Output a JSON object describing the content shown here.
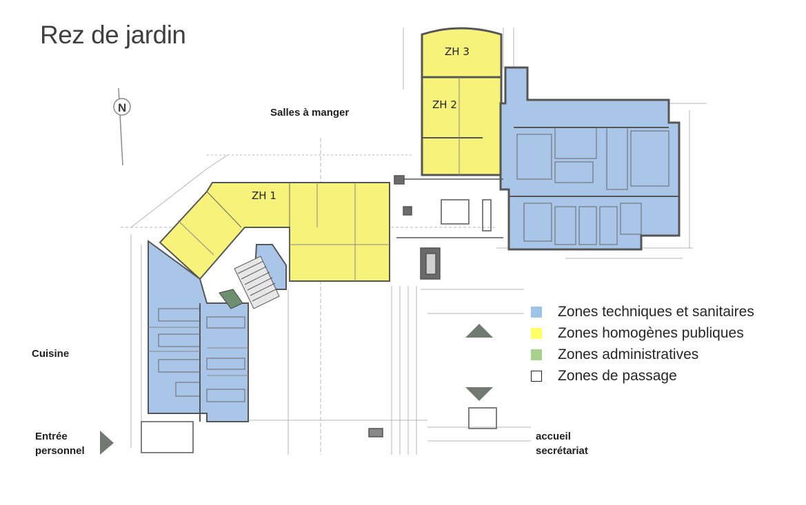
{
  "title": "Rez de jardin",
  "labels": {
    "dining": "Salles à manger",
    "kitchen": "Cuisine",
    "staff_entrance_line1": "Entrée",
    "staff_entrance_line2": "personnel",
    "reception_line1": "accueil",
    "reception_line2": "secrétariat",
    "north": "N"
  },
  "zones": [
    {
      "id": "zh1",
      "label": "ZH 1"
    },
    {
      "id": "zh2",
      "label": "ZH 2"
    },
    {
      "id": "zh3",
      "label": "ZH 3"
    }
  ],
  "legend": [
    {
      "label": "Zones techniques et sanitaires",
      "color": "#9dc3e6"
    },
    {
      "label": "Zones homogènes publiques",
      "color": "#ffff66"
    },
    {
      "label": "Zones administratives",
      "color": "#a9d18e"
    },
    {
      "label": "Zones de passage",
      "color": "#ffffff"
    }
  ],
  "colors": {
    "technical": "#a9c6e8",
    "public": "#f7f27a",
    "wall": "#555555",
    "line": "#8a8a8a"
  }
}
